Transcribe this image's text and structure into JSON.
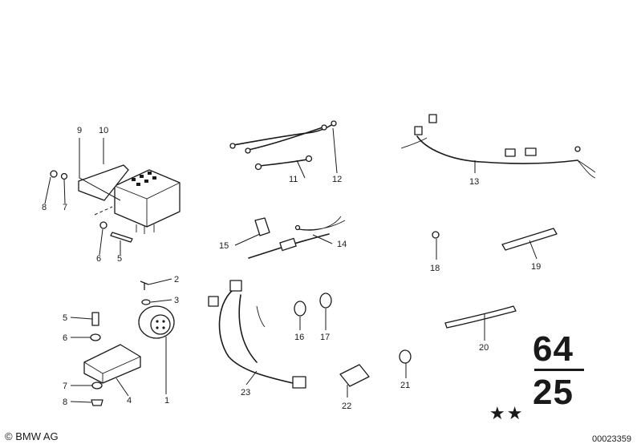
{
  "group": {
    "main": "64",
    "sub": "25",
    "stars": "★★"
  },
  "footer": {
    "copyright": "© BMW AG",
    "ref_number": "00023359"
  },
  "callouts": [
    "1",
    "2",
    "3",
    "4",
    "5",
    "5",
    "6",
    "6",
    "7",
    "7",
    "8",
    "8",
    "9",
    "10",
    "11",
    "12",
    "13",
    "14",
    "15",
    "16",
    "17",
    "18",
    "19",
    "20",
    "21",
    "22",
    "23"
  ]
}
